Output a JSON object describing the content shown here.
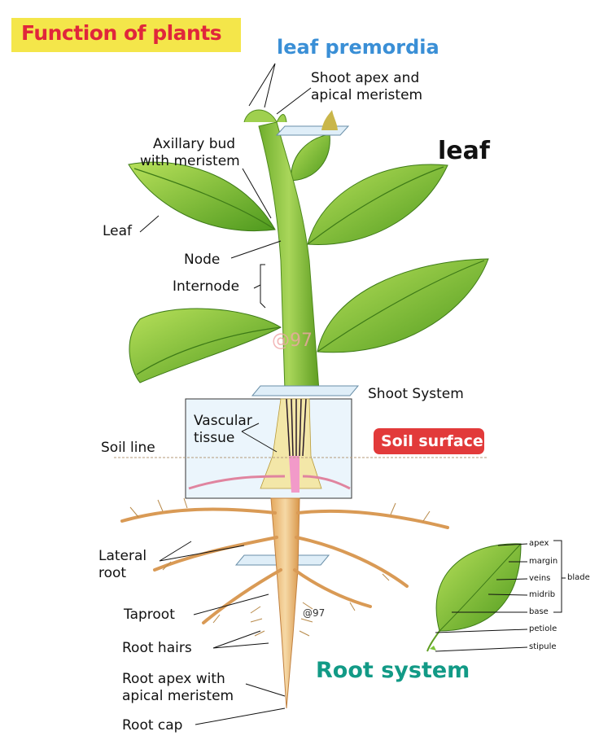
{
  "title": "Function of plants",
  "labels": {
    "leaf_premordia": "leaf premordia",
    "shoot_apex_1": "Shoot apex and",
    "shoot_apex_2": "apical meristem",
    "axillary_1": "Axillary bud",
    "axillary_2": "with meristem",
    "leaf_big": "leaf",
    "leaf": "Leaf",
    "node": "Node",
    "internode": "Internode",
    "shoot_system": "Shoot System",
    "vascular_1": "Vascular",
    "vascular_2": "tissue",
    "soil_line": "Soil line",
    "soil_surface": "Soil surface",
    "lateral_1": "Lateral",
    "lateral_2": "root",
    "taproot": "Taproot",
    "root_hairs": "Root hairs",
    "root_apex_1": "Root apex with",
    "root_apex_2": "apical meristem",
    "root_cap": "Root cap",
    "root_system": "Root system"
  },
  "leaf_parts": {
    "apex": "apex",
    "margin": "margin",
    "veins": "veins",
    "midrib": "midrib",
    "base": "base",
    "petiole": "petiole",
    "stipule": "stipule",
    "blade": "blade"
  },
  "watermarks": {
    "center": "@97",
    "root": "@97"
  },
  "colors": {
    "title_bg": "#f4e64a",
    "title_text": "#e0263b",
    "premordia_text": "#3a8fd6",
    "soil_surface_bg": "#e23a3a",
    "root_system_text": "#129a86",
    "leaf_green": "#7cc53a",
    "stem_green": "#8cc63f",
    "root_tan": "#e8b878"
  }
}
